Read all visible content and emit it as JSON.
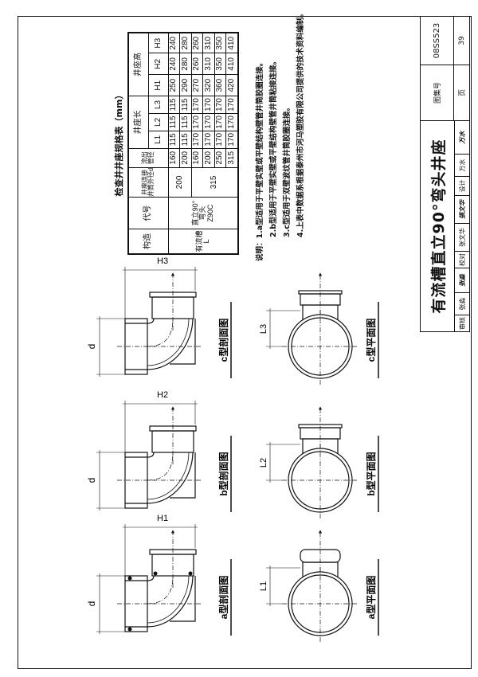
{
  "table": {
    "title": "检查井井座规格表（mm）",
    "headers": {
      "structure": "构造",
      "code": "代号",
      "shaft_od": "井座连接井筒外径d",
      "outlet_dia": "流出管径",
      "length_group": "井座长",
      "height_group": "井座高",
      "L1": "L1",
      "L2": "L2",
      "L3": "L3",
      "H1": "H1",
      "H2": "H2",
      "H3": "H3"
    },
    "structure_value": "有流槽 L",
    "code_value": "直立90°弯头 Z90C",
    "groups": [
      {
        "d": "200",
        "rows": [
          [
            "160",
            "115",
            "115",
            "115",
            "250",
            "240",
            "240"
          ],
          [
            "200",
            "115",
            "115",
            "115",
            "290",
            "280",
            "280"
          ]
        ]
      },
      {
        "d": "315",
        "rows": [
          [
            "160",
            "170",
            "170",
            "170",
            "270",
            "260",
            "260"
          ],
          [
            "200",
            "170",
            "170",
            "170",
            "320",
            "310",
            "310"
          ],
          [
            "250",
            "170",
            "170",
            "170",
            "360",
            "350",
            "350"
          ],
          [
            "315",
            "170",
            "170",
            "170",
            "420",
            "410",
            "410"
          ]
        ]
      }
    ]
  },
  "notes": {
    "prefix": "说明：",
    "items": [
      "1.a型适用于平壁实壁或平壁结构壁管井筒胶圈连接。",
      "2.b型适用于平壁实壁或平壁结构壁管井筒粘接连接。",
      "3.c型适用于双壁波纹管井筒胶圈连接。",
      "4.上表中数据系根据泰州市河马塑胶有限公司提供的技术资料编制。"
    ]
  },
  "drawings": {
    "dim_d": "d",
    "a": {
      "section": "a型剖面图",
      "plan": "a型平面图",
      "H": "H1",
      "L": "L1"
    },
    "b": {
      "section": "b型剖面图",
      "plan": "b型平面图",
      "H": "H2",
      "L": "L2"
    },
    "c": {
      "section": "c型剖面图",
      "plan": "c型平面图",
      "H": "H3",
      "L": "L3"
    }
  },
  "title_block": {
    "title": "有流槽直立90°弯头井座",
    "atlas_label": "图集号",
    "atlas_no": "08SS523",
    "page_label": "页",
    "page_no": "39",
    "review_label": "审核",
    "reviewer": "张淼",
    "reviewer_sig": "张淼",
    "check_label": "校对",
    "checker": "张文华",
    "checker_sig": "張文华",
    "design_label": "设计",
    "designer": "万水",
    "designer_sig": "万水"
  }
}
